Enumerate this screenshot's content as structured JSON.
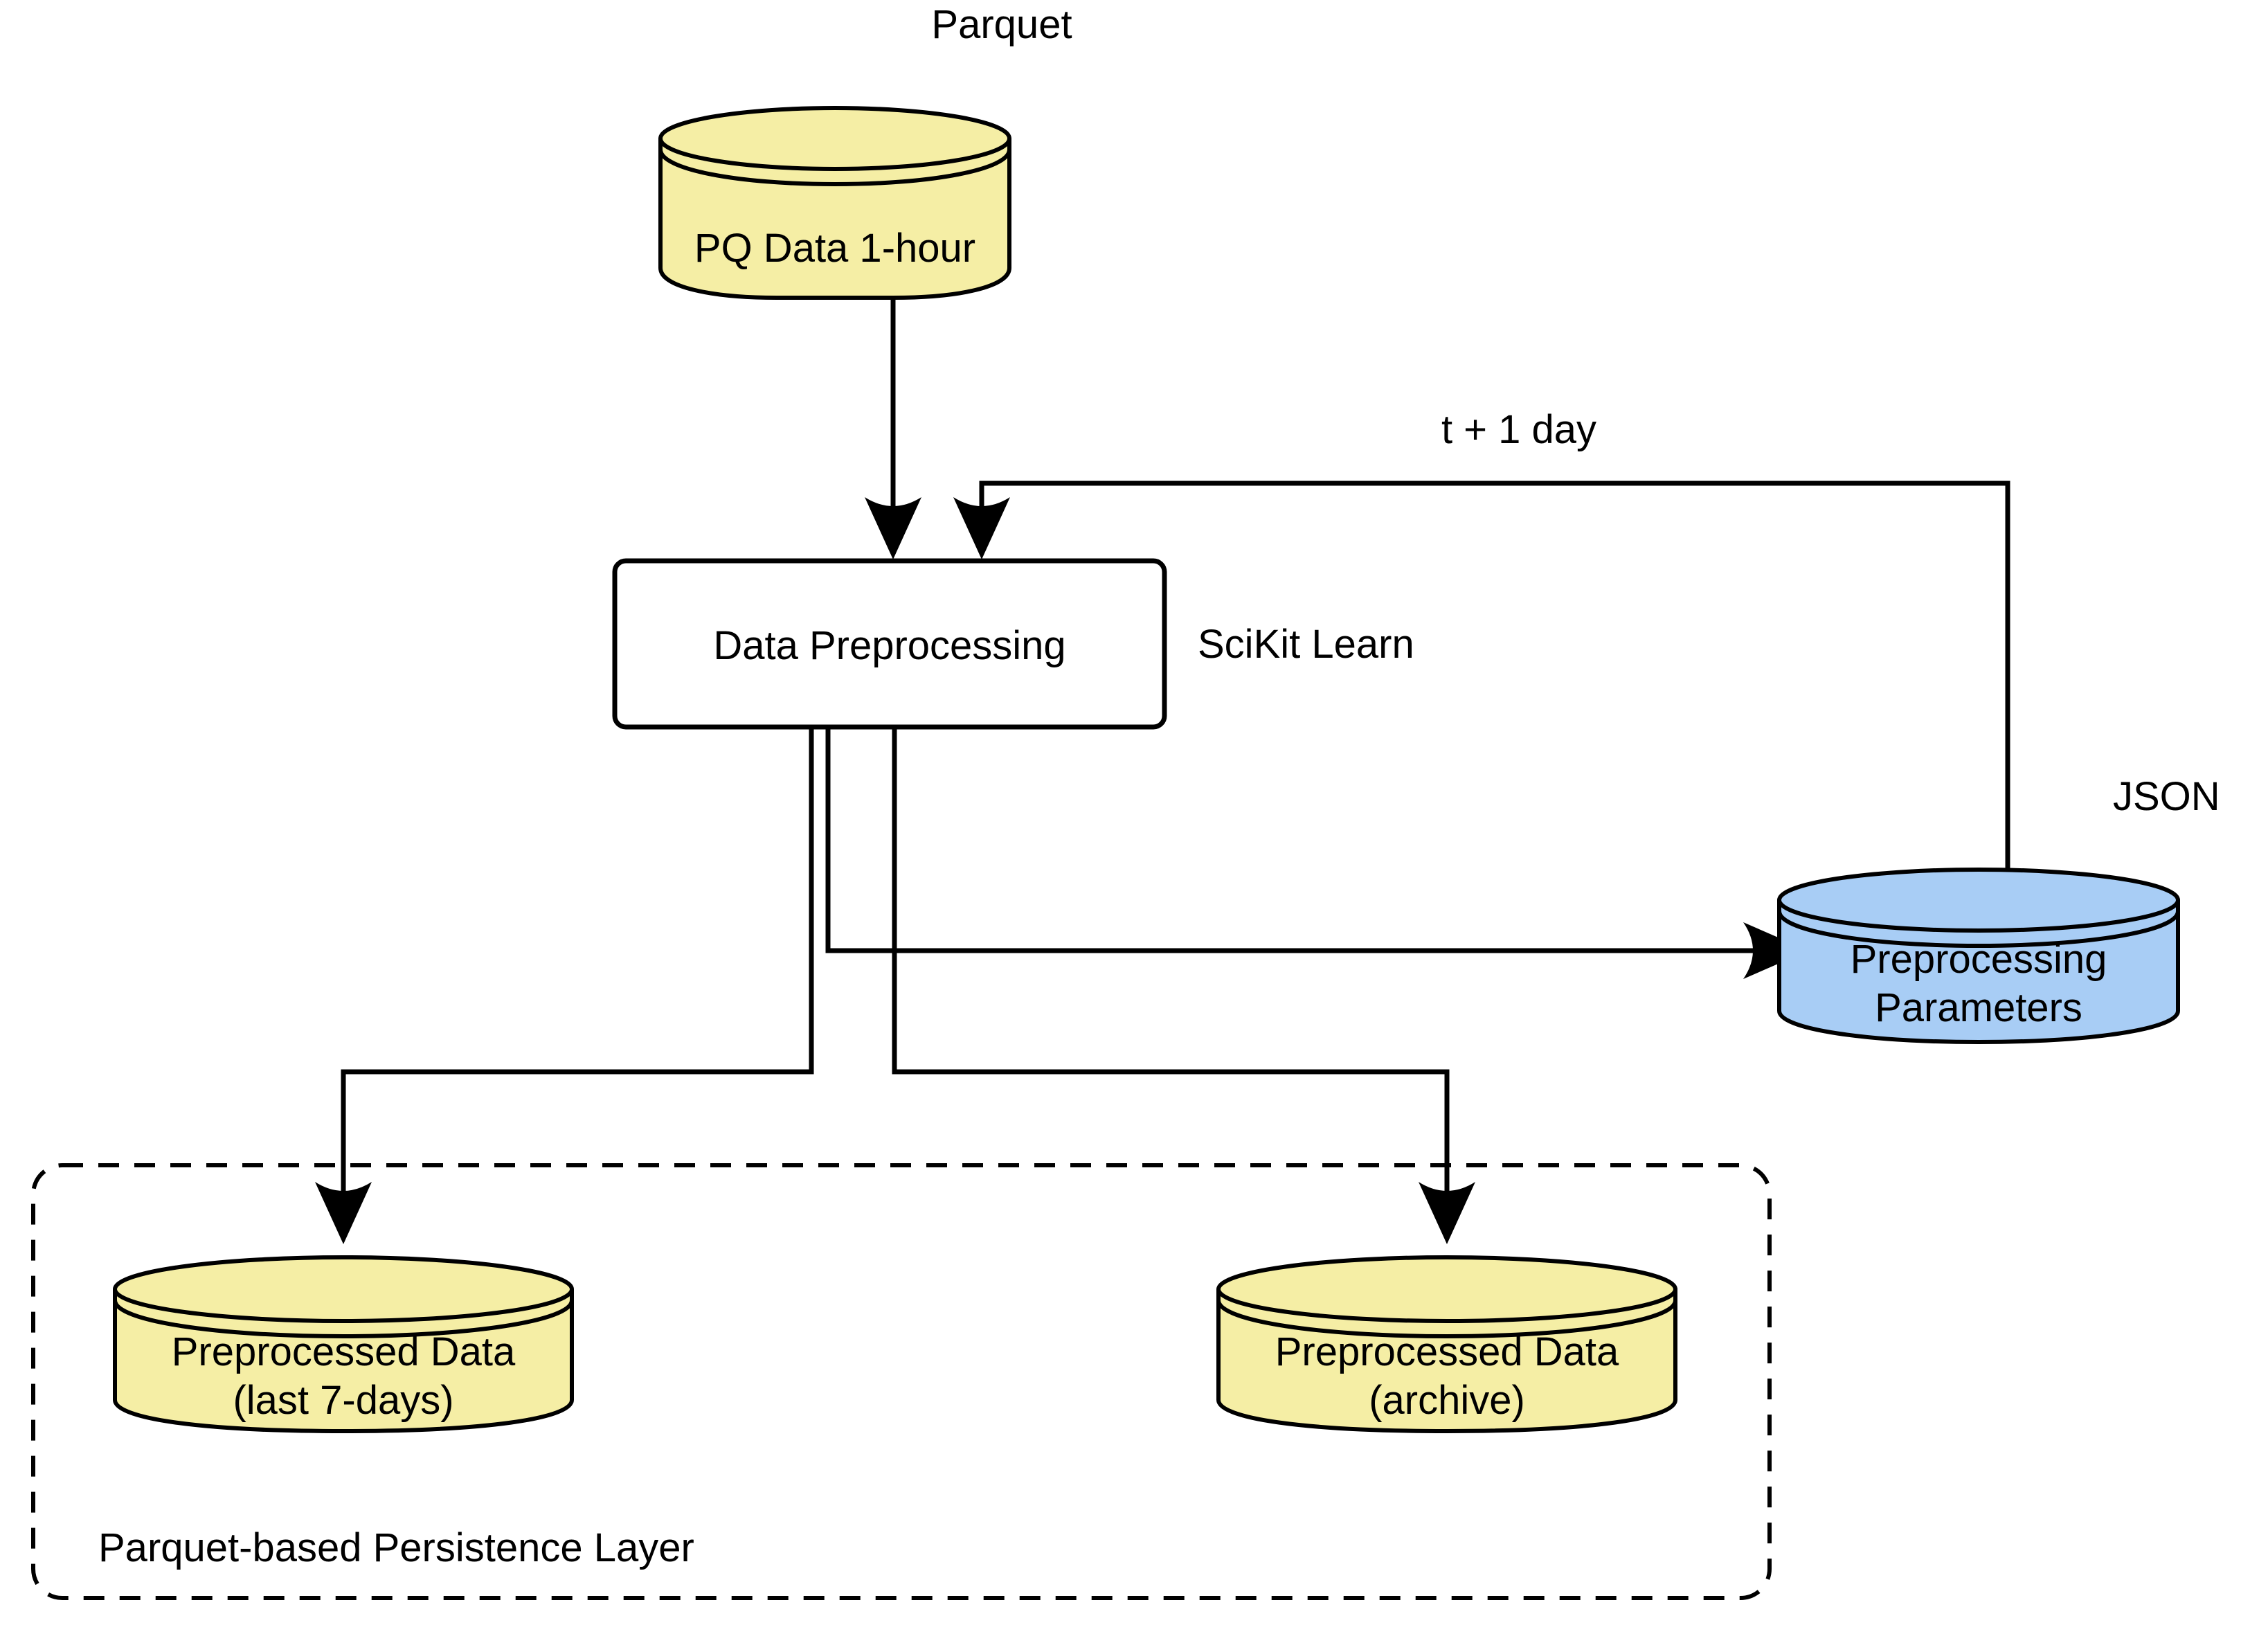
{
  "diagram": {
    "title": "Parquet-based data preprocessing pipeline",
    "background_color": "#ffffff",
    "line_color": "#000000",
    "colors": {
      "parquet_yellow": "#F5EEA5",
      "json_blue": "#A8CDF5",
      "stroke": "#000000",
      "page_background": "#ffffff"
    },
    "nodes": {
      "pq_source": {
        "shape": "cylinder",
        "label": "PQ Data 1-hour",
        "fill": "#F5EEA5",
        "annotation": "Parquet"
      },
      "preprocessing": {
        "shape": "rounded-rectangle",
        "label": "Data Preprocessing",
        "fill": "#ffffff",
        "annotation": "SciKit Learn"
      },
      "params_store": {
        "shape": "cylinder",
        "label_line_1": "Preprocessing",
        "label_line_2": "Parameters",
        "fill": "#A8CDF5",
        "annotation": "JSON"
      },
      "recent_store": {
        "shape": "cylinder",
        "label_line_1": "Preprocessed Data",
        "label_line_2": "(last 7-days)",
        "fill": "#F5EEA5"
      },
      "archive_store": {
        "shape": "cylinder",
        "label_line_1": "Preprocessed Data",
        "label_line_2": "(archive)",
        "fill": "#F5EEA5"
      }
    },
    "group": {
      "label": "Parquet-based Persistence Layer",
      "style": "dashed-rounded-rectangle"
    },
    "edges": [
      {
        "id": "source-to-preprocessing",
        "from": "pq_source",
        "to": "preprocessing",
        "label": "",
        "arrow": true
      },
      {
        "id": "params-feedback-to-preprocessing",
        "from": "params_store",
        "to": "preprocessing",
        "label": "t + 1 day",
        "arrow": true
      },
      {
        "id": "preprocessing-to-params",
        "from": "preprocessing",
        "to": "params_store",
        "label": "",
        "arrow": true
      },
      {
        "id": "preprocessing-to-recent",
        "from": "preprocessing",
        "to": "recent_store",
        "label": "",
        "arrow": true
      },
      {
        "id": "preprocessing-to-archive",
        "from": "preprocessing",
        "to": "archive_store",
        "label": "",
        "arrow": true
      }
    ],
    "labels": {
      "parquet": "Parquet",
      "scikit_learn": "SciKit Learn",
      "json": "JSON",
      "t_plus_one_day": "t + 1 day",
      "persistence_layer": "Parquet-based Persistence Layer",
      "pq_data": "PQ Data 1-hour",
      "data_preprocessing": "Data Preprocessing",
      "preprocessing_params_l1": "Preprocessing",
      "preprocessing_params_l2": "Parameters",
      "preprocessed_recent_l1": "Preprocessed Data",
      "preprocessed_recent_l2": "(last 7-days)",
      "preprocessed_archive_l1": "Preprocessed Data",
      "preprocessed_archive_l2": "(archive)"
    }
  }
}
